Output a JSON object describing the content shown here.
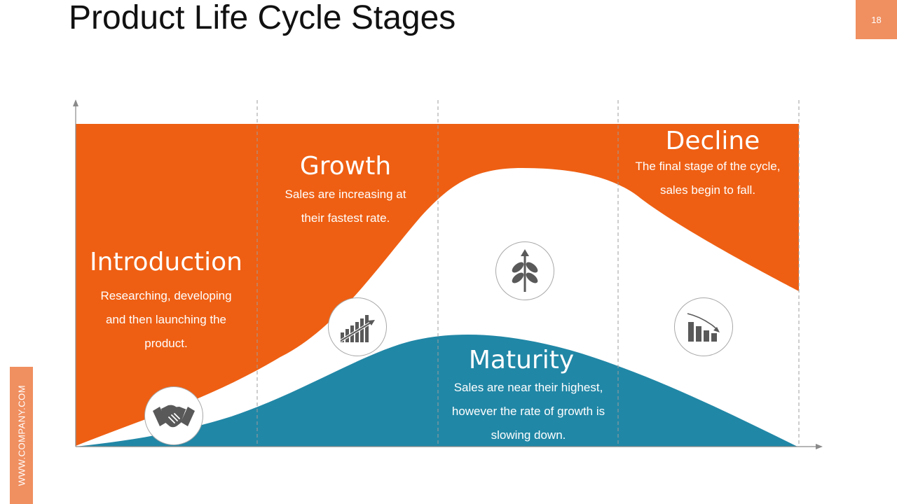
{
  "title": "Product Life Cycle Stages",
  "page_number": "18",
  "footer": {
    "website": "WWW.COMPANY.COM"
  },
  "colors": {
    "orange": "#ee5f13",
    "teal": "#2187a6",
    "accent_light": "#f08f60",
    "icon_gray": "#595959"
  },
  "stages": [
    {
      "title": "Introduction",
      "description": "Researching, developing and then launching the product.",
      "icon": "handshake-icon"
    },
    {
      "title": "Growth",
      "description": "Sales are increasing at their fastest rate.",
      "icon": "growth-chart-icon"
    },
    {
      "title": "Maturity",
      "description": "Sales are near their highest, however the rate of growth is slowing down.",
      "icon": "plant-arrow-icon"
    },
    {
      "title": "Decline",
      "description": "The final stage of the cycle, sales begin to fall.",
      "icon": "decline-chart-icon"
    }
  ]
}
